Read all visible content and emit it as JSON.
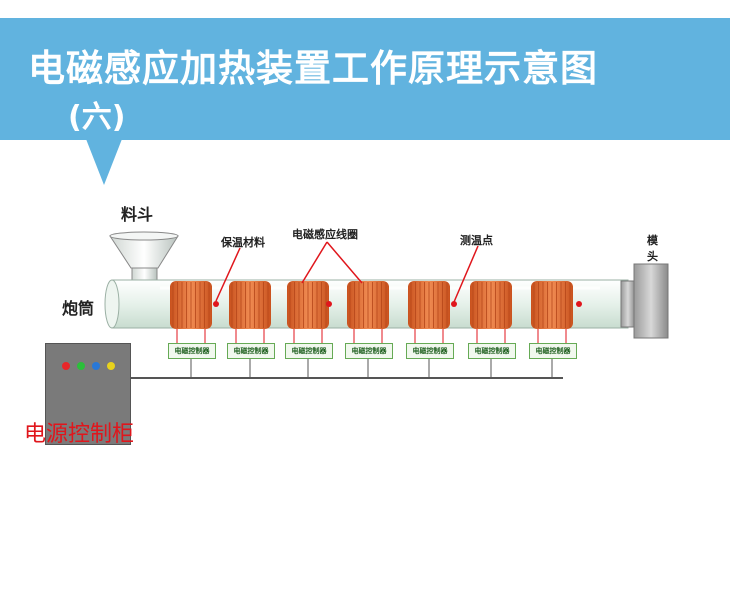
{
  "header": {
    "title": "电磁感应加热装置工作原理示意图",
    "subtitle": "(六)"
  },
  "labels": {
    "hopper": "料斗",
    "barrel": "炮筒",
    "insulation": "保温材料",
    "coil": "电磁感应线圈",
    "temp_point": "测温点",
    "die_top": "模",
    "die_bottom": "头",
    "cabinet": "电源控制柜"
  },
  "controllers": [
    "电磁控制器",
    "电磁控制器",
    "电磁控制器",
    "电磁控制器",
    "电磁控制器",
    "电磁控制器",
    "电磁控制器"
  ],
  "cabinet_lights": [
    "#e8262a",
    "#2bbf3a",
    "#2a78d6",
    "#e8d21c"
  ],
  "colors": {
    "banner": "#61b3df",
    "coil": "#e0703a",
    "leader_line": "#e0161c",
    "cabinet_label": "#e0161c"
  }
}
